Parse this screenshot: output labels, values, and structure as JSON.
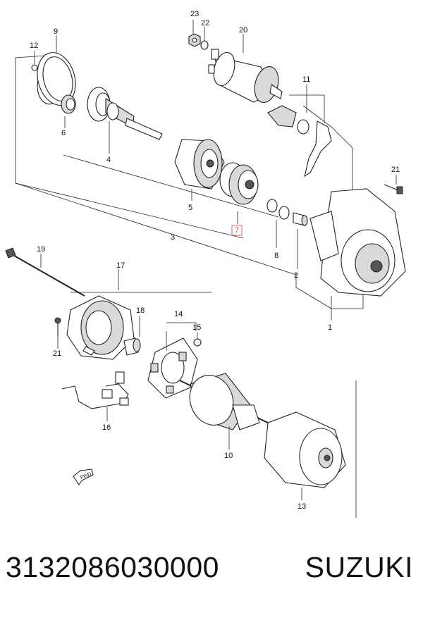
{
  "diagram": {
    "callouts": {
      "c1": "1",
      "c2": "2",
      "c3": "3",
      "c4": "4",
      "c5": "5",
      "c6": "6",
      "c7": "7",
      "c8": "8",
      "c9": "9",
      "c10": "10",
      "c11": "11",
      "c12": "12",
      "c13": "13",
      "c14": "14",
      "c15": "15",
      "c16": "16",
      "c17": "17",
      "c18": "18",
      "c19": "19",
      "c20": "20",
      "c21a": "21",
      "c21b": "21",
      "c22": "22",
      "c23": "23"
    },
    "highlighted_callout": "7",
    "fwd_label": "FWD",
    "highlight_color": "#e06060"
  },
  "footer": {
    "part_number": "3132086030000",
    "brand": "SUZUKI"
  }
}
